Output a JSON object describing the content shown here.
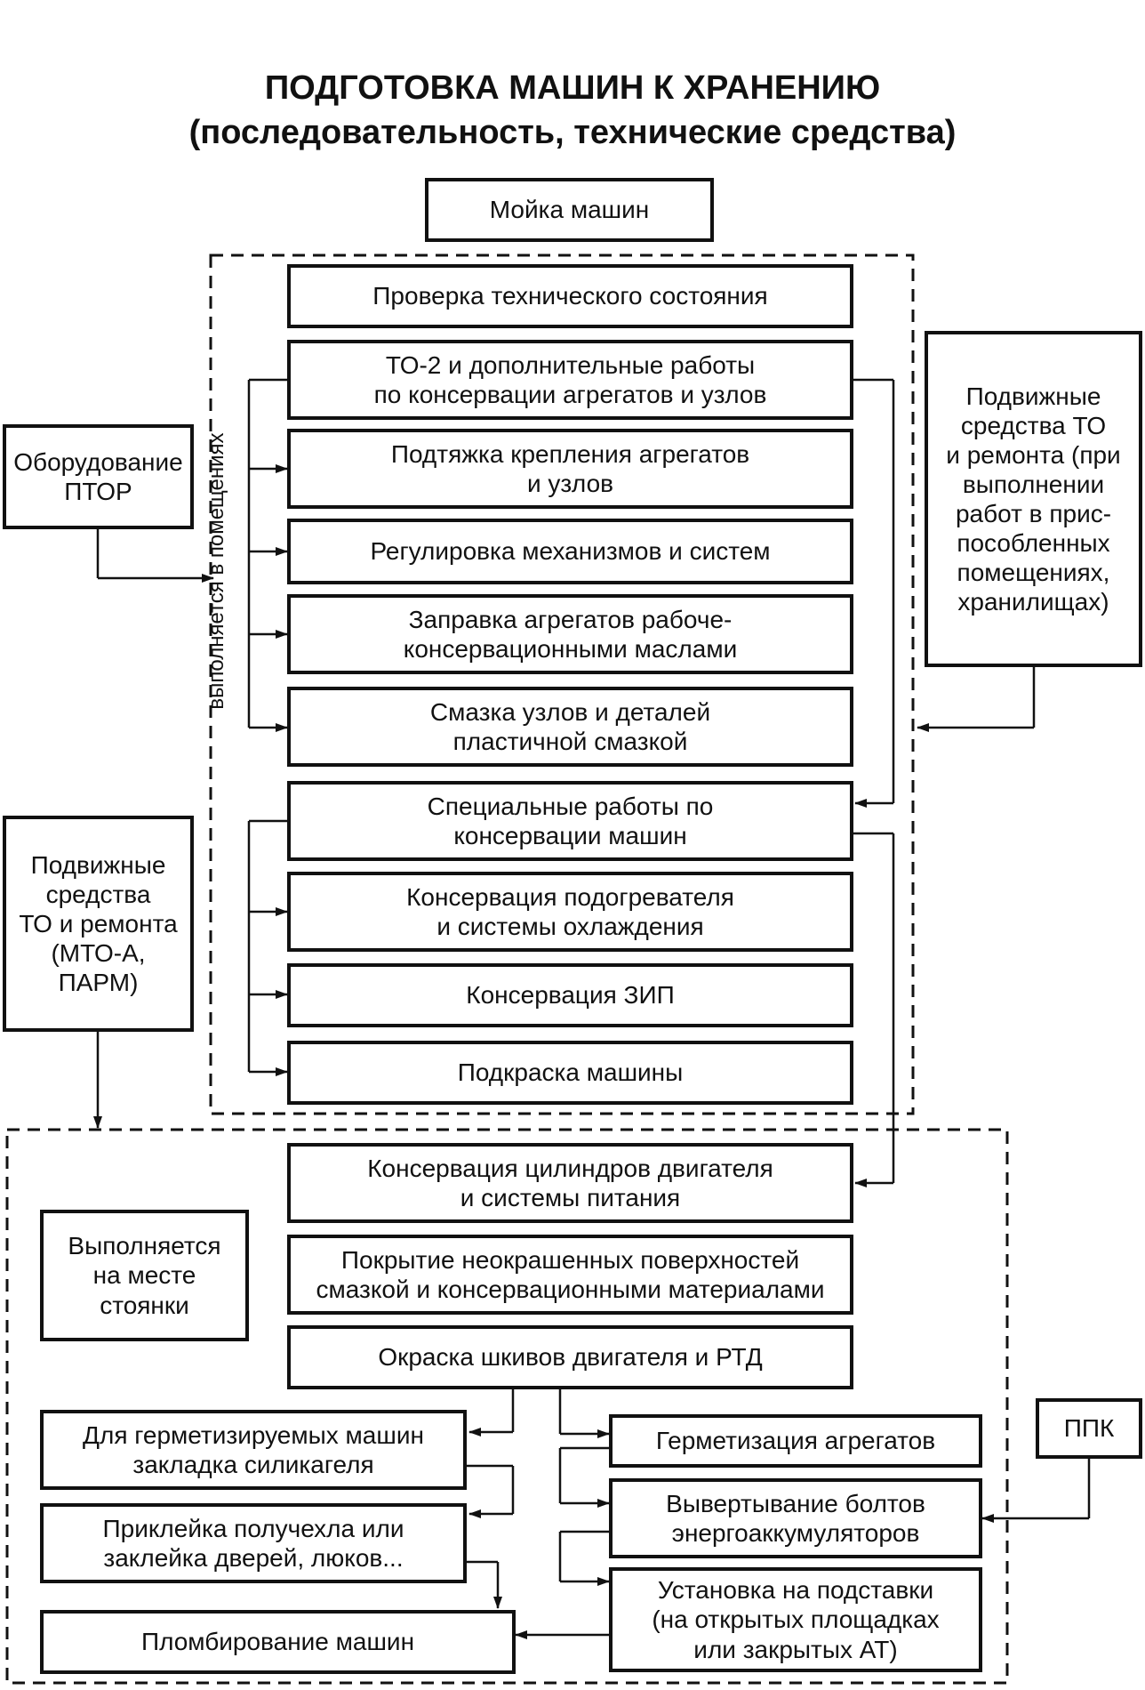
{
  "title": {
    "line1": "ПОДГОТОВКА МАШИН К ХРАНЕНИЮ",
    "line2": "(последовательность, технические средства)"
  },
  "nodes": {
    "washing": "Мойка машин",
    "tech_check": "Проверка технического состояния",
    "to2_l1": "ТО-2 и дополнительные работы",
    "to2_l2": "по консервации агрегатов и узлов",
    "tighten_l1": "Подтяжка крепления агрегатов",
    "tighten_l2": "и узлов",
    "adjust": "Регулировка механизмов и систем",
    "fill_l1": "Заправка агрегатов рабоче-",
    "fill_l2": "консервационными маслами",
    "grease_l1": "Смазка узлов и деталей",
    "grease_l2": "пластичной смазкой",
    "special_l1": "Специальные работы по",
    "special_l2": "консервации машин",
    "heater_l1": "Консервация подогревателя",
    "heater_l2": "и системы охлаждения",
    "zip": "Консервация ЗИП",
    "paint": "Подкраска машины",
    "cyl_l1": "Консервация цилиндров двигателя",
    "cyl_l2": "и системы питания",
    "coat_l1": "Покрытие неокрашенных поверхностей",
    "coat_l2": "смазкой и консервационными материалами",
    "pulley": "Окраска шкивов двигателя и РТД",
    "silica_l1": "Для герметизируемых машин",
    "silica_l2": "закладка силикагеля",
    "cover_l1": "Приклейка получехла или",
    "cover_l2": "заклейка дверей, люков...",
    "seal_vehicle": "Пломбирование машин",
    "hermet": "Герметизация агрегатов",
    "bolts_l1": "Вывертывание болтов",
    "bolts_l2": "энергоаккумуляторов",
    "stands_l1": "Установка на подставки",
    "stands_l2": "(на открытых площадках",
    "stands_l3": "или закрытых АТ)"
  },
  "side": {
    "ptor_l1": "Оборудование",
    "ptor_l2": "ПТОР",
    "mobile_right": [
      "Подвижные",
      "средства ТО",
      "и ремонта (при",
      "выполнении",
      "работ в прис-",
      "пособленных",
      "помещениях,",
      "хранилищах)"
    ],
    "mobile_left": [
      "Подвижные",
      "средства",
      "ТО и ремонта",
      "(МТО-А,",
      "ПАРМ)"
    ],
    "onsite": [
      "Выполняется",
      "на месте",
      "стоянки"
    ],
    "ppk": "ППК"
  },
  "vertical_label": "выполняется в помещениях"
}
